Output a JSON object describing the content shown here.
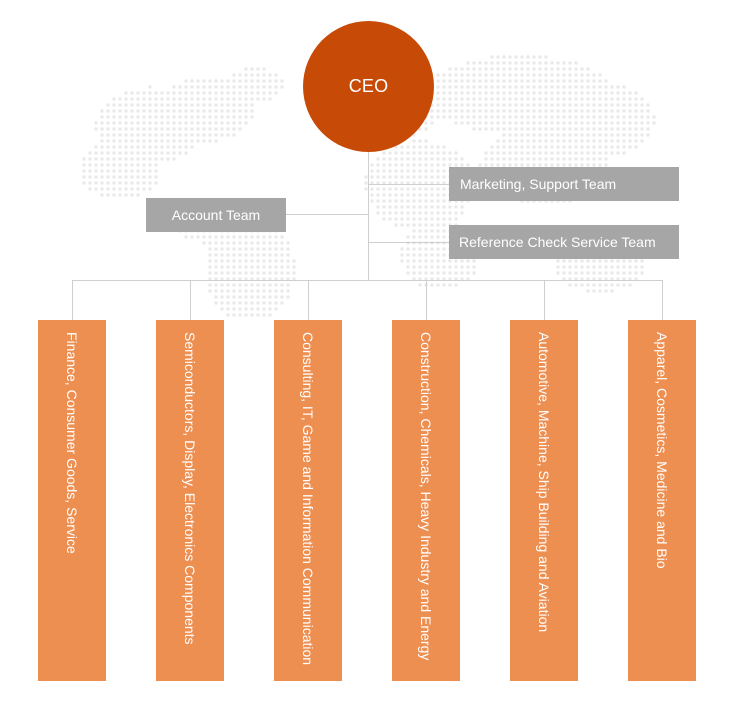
{
  "colors": {
    "ceo_fill": "#c84a07",
    "team_fill": "#a6a6a6",
    "sector_fill": "#ee8f52",
    "connector": "#cfcfcf",
    "map_dots": "#e9e9e9"
  },
  "background": {
    "icon": "dotted-world-map"
  },
  "ceo": {
    "label": "CEO"
  },
  "teams": {
    "marketing_support": "Marketing, Support Team",
    "account": "Account Team",
    "reference_check": "Reference Check Service Team"
  },
  "sectors": [
    "Finance, Consumer Goods, Service",
    "Semiconductors, Display, Electronics Components",
    "Consulting, IT, Game and Information Communication",
    "Construction, Chemicals, Heavy Industry and Energy",
    "Automotive, Machine, Ship Building and Aviation",
    "Apparel, Cosmetics, Medicine and Bio"
  ]
}
